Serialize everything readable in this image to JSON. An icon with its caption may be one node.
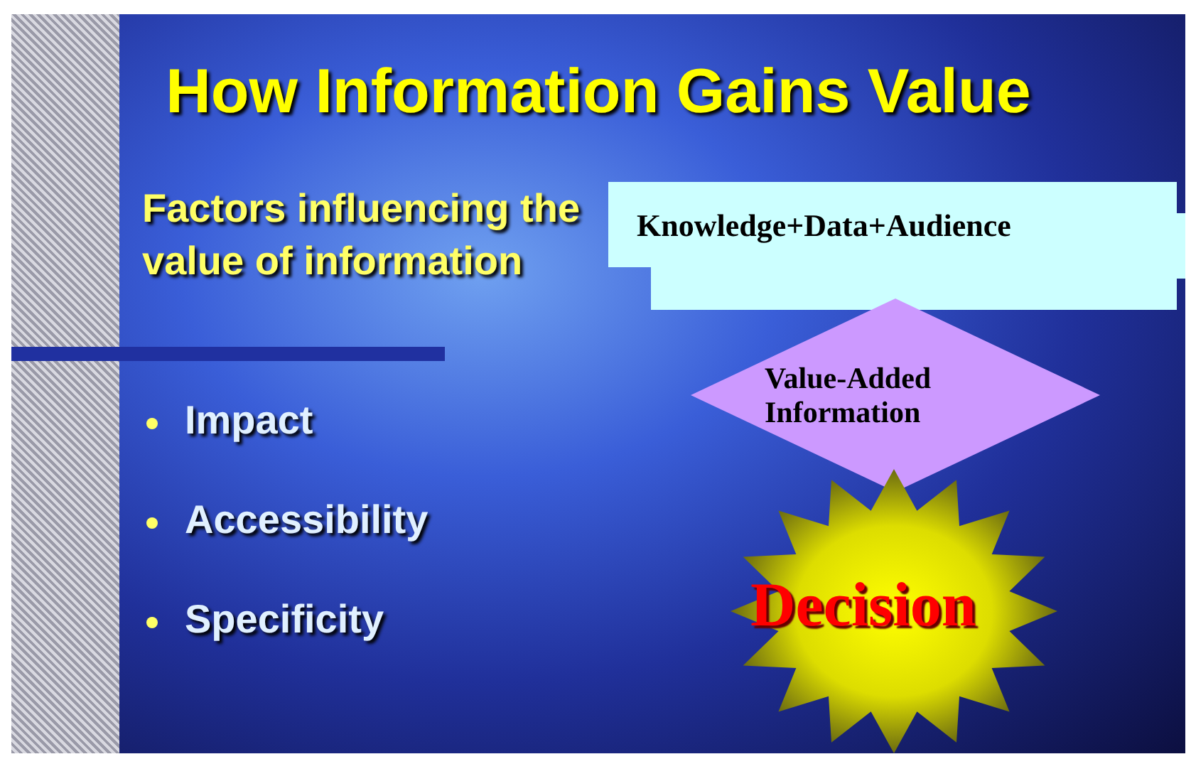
{
  "diagram": {
    "title": "How Information Gains Value",
    "nodes": [
      {
        "text": [
          "Knowledge+Data+Audience"
        ]
      },
      {
        "text": [
          "Value-Added Information"
        ]
      },
      {
        "text": [
          "Decision"
        ]
      }
    ],
    "edges": [],
    "labels": [
      "Factors influencing the value of information",
      "Impact",
      "Accessibility",
      "Specificity"
    ]
  }
}
